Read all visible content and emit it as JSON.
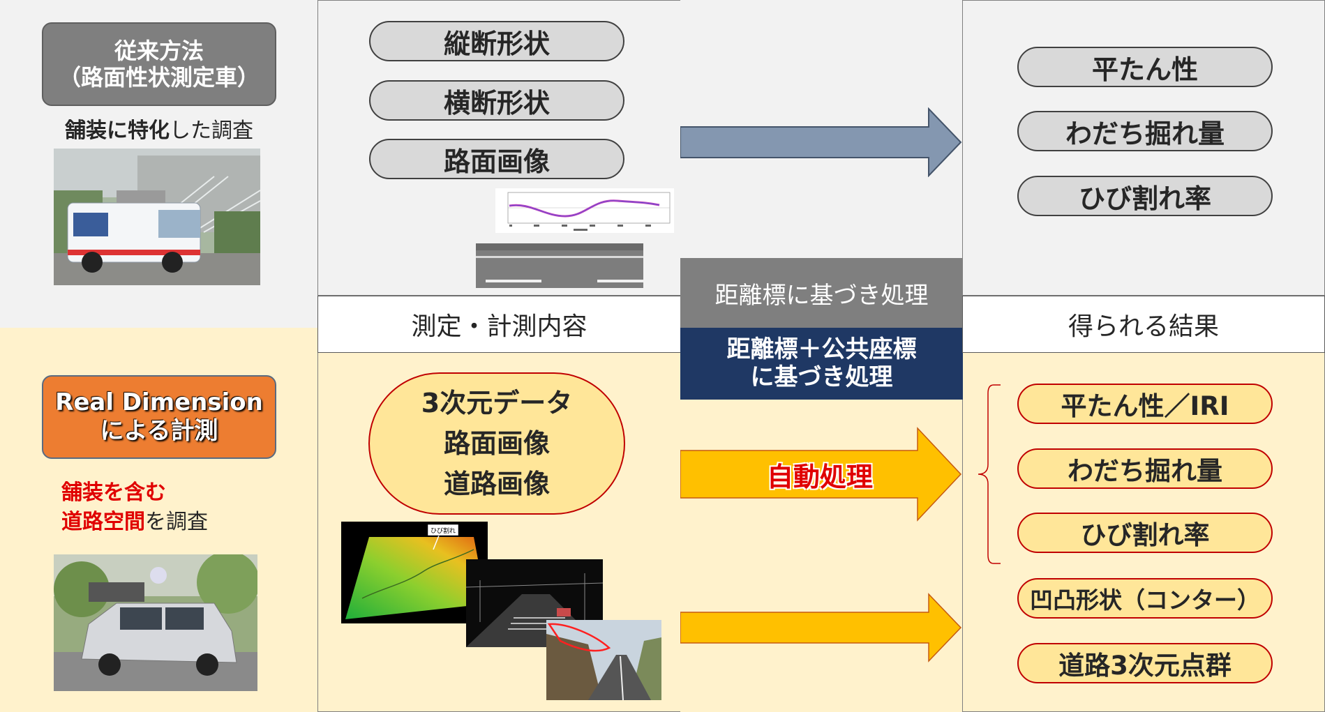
{
  "left": {
    "conventional": {
      "line1": "従来方法",
      "line2": "（路面性状測定車）"
    },
    "conventional_caption": {
      "bold": "舗装に特化",
      "rest": "した調査"
    },
    "rd": {
      "line1": "Real Dimension",
      "line2": "による計測"
    },
    "rd_caption": {
      "line1": "舗装を含む",
      "line2_red": "道路空間",
      "line2_rest": "を調査"
    }
  },
  "measure": {
    "header": "測定・計測内容",
    "conventional_items": [
      "縦断形状",
      "横断形状",
      "路面画像"
    ],
    "rd_items": [
      "3次元データ",
      "路面画像",
      "道路画像"
    ],
    "crack_label": "ひび割れ"
  },
  "process": {
    "conventional": "距離標に基づき処理",
    "rd_line1": "距離標＋公共座標",
    "rd_line2": "に基づき処理",
    "auto": "自動処理"
  },
  "results": {
    "header": "得られる結果",
    "conventional_items": [
      "平たん性",
      "わだち掘れ量",
      "ひび割れ率"
    ],
    "rd_items": [
      "平たん性／IRI",
      "わだち掘れ量",
      "ひび割れ率",
      "凹凸形状（コンター）",
      "道路3次元点群"
    ]
  },
  "colors": {
    "gray_arrow": "#8497b0",
    "orange_arrow": "#ffc000",
    "rd_label": "#ed7d31",
    "conventional_label": "#7f7f7f",
    "navy": "#1f3864",
    "red": "#e00000"
  }
}
